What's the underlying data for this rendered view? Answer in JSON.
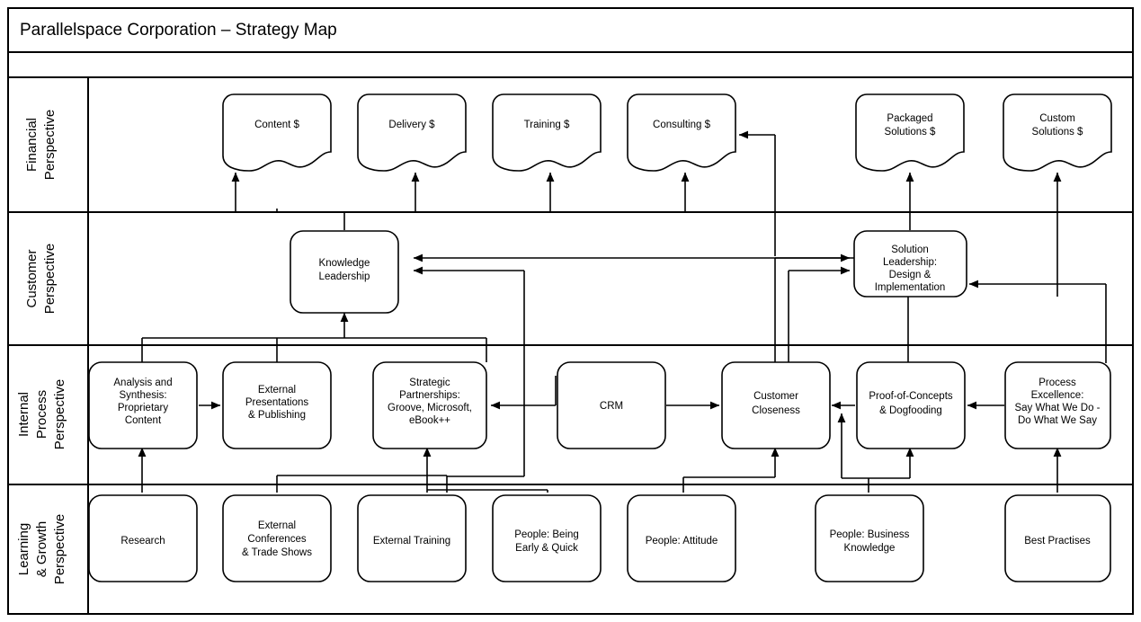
{
  "title": "Parallelspace Corporation – Strategy Map",
  "colors": {
    "background": "#ffffff",
    "stroke": "#000000",
    "node_fill": "#ffffff"
  },
  "lanes": [
    {
      "id": "financial",
      "label": "Financial\nPerspective",
      "label_line1": "Financial",
      "label_line2": "Perspective"
    },
    {
      "id": "customer",
      "label": "Customer\nPerspective",
      "label_line1": "Customer",
      "label_line2": "Perspective"
    },
    {
      "id": "internal",
      "label": "Internal\nProcess\nPerspective",
      "label_line1": "Internal",
      "label_line2": "Process",
      "label_line3": "Perspective"
    },
    {
      "id": "learning",
      "label": "Learning\n& Growth\nPerspective",
      "label_line1": "Learning",
      "label_line2": "& Growth",
      "label_line3": "Perspective"
    }
  ],
  "nodes": {
    "financial": [
      {
        "id": "content-dollar",
        "lines": [
          "Content $"
        ]
      },
      {
        "id": "delivery-dollar",
        "lines": [
          "Delivery $"
        ]
      },
      {
        "id": "training-dollar",
        "lines": [
          "Training $"
        ]
      },
      {
        "id": "consulting-dollar",
        "lines": [
          "Consulting $"
        ]
      },
      {
        "id": "packaged-solutions-dollar",
        "lines": [
          "Packaged",
          "Solutions $"
        ]
      },
      {
        "id": "custom-solutions-dollar",
        "lines": [
          "Custom",
          "Solutions $"
        ]
      }
    ],
    "customer": [
      {
        "id": "knowledge-leadership",
        "lines": [
          "Knowledge",
          "Leadership"
        ]
      },
      {
        "id": "solution-leadership",
        "lines": [
          "Solution",
          "Leadership:",
          "Design &",
          "Implementation"
        ]
      }
    ],
    "internal": [
      {
        "id": "analysis-and-synthesis",
        "lines": [
          "Analysis and",
          "Synthesis:",
          "Proprietary",
          "Content"
        ]
      },
      {
        "id": "external-presentations",
        "lines": [
          "External",
          "Presentations",
          "& Publishing"
        ]
      },
      {
        "id": "strategic-partnerships",
        "lines": [
          "Strategic",
          "Partnerships:",
          "Groove, Microsoft,",
          "eBook++"
        ]
      },
      {
        "id": "crm",
        "lines": [
          "CRM"
        ]
      },
      {
        "id": "customer-closeness",
        "lines": [
          "Customer",
          "Closeness"
        ]
      },
      {
        "id": "proof-of-concepts",
        "lines": [
          "Proof-of-Concepts",
          "& Dogfooding"
        ]
      },
      {
        "id": "process-excellence",
        "lines": [
          "Process",
          "Excellence:",
          "Say What We Do -",
          "Do What We Say"
        ]
      }
    ],
    "learning": [
      {
        "id": "research",
        "lines": [
          "Research"
        ]
      },
      {
        "id": "external-conferences",
        "lines": [
          "External",
          "Conferences",
          "& Trade Shows"
        ]
      },
      {
        "id": "external-training",
        "lines": [
          "External Training"
        ]
      },
      {
        "id": "people-being-early-quick",
        "lines": [
          "People: Being",
          "Early & Quick"
        ]
      },
      {
        "id": "people-attitude",
        "lines": [
          "People: Attitude"
        ]
      },
      {
        "id": "people-business-knowledge",
        "lines": [
          "People: Business",
          "Knowledge"
        ]
      },
      {
        "id": "best-practises",
        "lines": [
          "Best Practises"
        ]
      }
    ]
  }
}
